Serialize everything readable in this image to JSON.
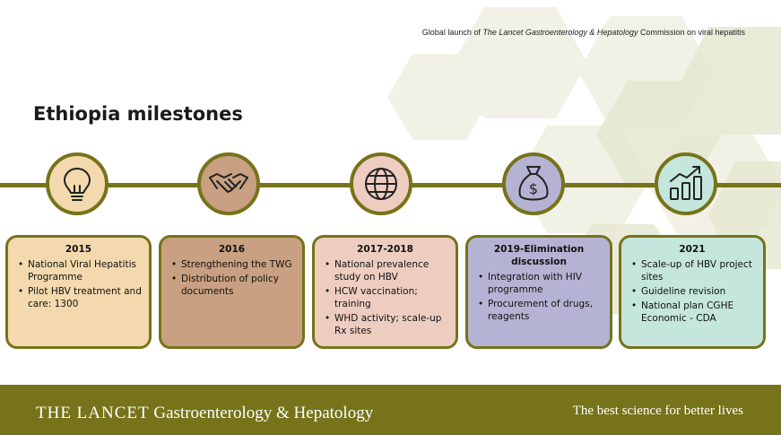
{
  "header": {
    "pre": "Global launch of ",
    "journal": "The Lancet Gastroenterology & Hepatology",
    "post": " Commission on viral hepatitis"
  },
  "title": "Ethiopia milestones",
  "colors": {
    "timeline": "#76731a",
    "footer": "#76731a",
    "card_2015": "#f3d9ad",
    "card_2016": "#c9a081",
    "card_2017": "#eecdc1",
    "card_2019": "#b5b3d3",
    "card_2021": "#c4e6dc"
  },
  "milestones": [
    {
      "icon": "lightbulb-icon",
      "heading": "2015",
      "items": [
        "National Viral Hepatitis Programme",
        "Pilot HBV treatment and care: 1300"
      ]
    },
    {
      "icon": "handshake-icon",
      "heading": "2016",
      "items": [
        "Strengthening the TWG",
        "Distribution of policy documents"
      ]
    },
    {
      "icon": "globe-icon",
      "heading": "2017-2018",
      "items": [
        "National prevalence study on HBV",
        "HCW vaccination; training",
        "WHD activity; scale-up Rx sites"
      ]
    },
    {
      "icon": "money-bag-icon",
      "heading": "2019-Elimination discussion",
      "items": [
        "Integration with HIV programme",
        "Procurement of drugs, reagents"
      ]
    },
    {
      "icon": "growth-chart-icon",
      "heading": "2021",
      "items": [
        "Scale-up of HBV project sites",
        "Guideline revision",
        "National plan CGHE Economic - CDA"
      ]
    }
  ],
  "footer": {
    "brand_lancet": "THE LANCET",
    "brand_journal": "Gastroenterology & Hepatology",
    "tagline": "The best science for better lives"
  }
}
